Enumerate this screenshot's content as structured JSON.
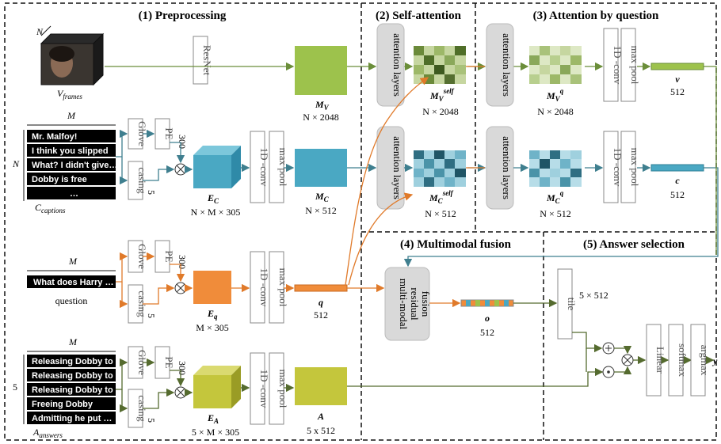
{
  "sections": {
    "preprocessing": "(1) Preprocessing",
    "self_attention": "(2) Self-attention",
    "attention_by_question": "(3) Attention by question",
    "multimodal_fusion": "(4) Multimodal fusion",
    "answer_selection": "(5) Answer selection"
  },
  "video": {
    "n_label": "N",
    "caption_main": "V",
    "caption_sub": "frames",
    "resnet": "ResNet",
    "mv_main": "M",
    "mv_sub": "V",
    "mv_dim": "N × 2048"
  },
  "captions": {
    "m_label": "M",
    "n_label": "N",
    "lines": [
      "Mr. Malfoy!",
      "I think you slipped",
      "What? I didn't give…",
      "Dobby is free",
      "…"
    ],
    "caption_main": "C",
    "caption_sub": "captions",
    "ec_main": "E",
    "ec_sub": "C",
    "ec_dim": "N × M × 305",
    "mc_main": "M",
    "mc_sub": "C",
    "mc_dim": "N × 512"
  },
  "question": {
    "m_label": "M",
    "text": "What does Harry …",
    "caption": "question",
    "eq_main": "E",
    "eq_sub": "q",
    "eq_dim": "M × 305",
    "q_label": "q",
    "q_dim": "512"
  },
  "answers": {
    "m_label": "M",
    "five_label": "5",
    "lines": [
      "Releasing Dobby to …",
      "Releasing Dobby to …",
      "Releasing Dobby to …",
      "Freeing Dobby",
      "Admitting he put …"
    ],
    "caption_main": "A",
    "caption_sub": "answers",
    "ea_main": "E",
    "ea_sub": "A",
    "ea_dim": "5 × M × 305",
    "a_label": "A",
    "a_dim": "5 x 512"
  },
  "blocks": {
    "glove": "Glove",
    "pe": "PE",
    "casing": "casing",
    "dim300": "300",
    "dim5": "5",
    "conv": "1D -conv",
    "maxpool": "max pool",
    "attention_layers": "attention layers",
    "fusion": "multi-modal residual fusion",
    "tile": "tile",
    "linear": "Linear",
    "softmax": "softmax",
    "argmax": "argmax"
  },
  "self_attn": {
    "mv_main": "M",
    "mv_sub": "V",
    "mv_sup": "self",
    "mv_dim": "N × 2048",
    "mc_main": "M",
    "mc_sub": "C",
    "mc_sup": "self",
    "mc_dim": "N × 512"
  },
  "q_attn": {
    "mv_main": "M",
    "mv_sub": "V",
    "mv_sup": "q",
    "mv_dim": "N × 2048",
    "mc_main": "M",
    "mc_sub": "C",
    "mc_sup": "q",
    "mc_dim": "N × 512",
    "v_label": "v",
    "v_dim": "512",
    "c_label": "c",
    "c_dim": "512"
  },
  "fusion": {
    "o_label": "o",
    "o_dim": "512"
  },
  "answer_sel": {
    "tile_dim": "5 × 512",
    "y_label": "y"
  },
  "colors": {
    "video_green": "#9dc24c",
    "caption_blue": "#4aa8c3",
    "question_orange": "#f08c3a",
    "answer_olive": "#c4c63c",
    "arrow_green": "#6b8e3a",
    "arrow_teal": "#3f7f8f",
    "arrow_orange": "#e07a2a",
    "gray_block": "#d9d9d9"
  }
}
